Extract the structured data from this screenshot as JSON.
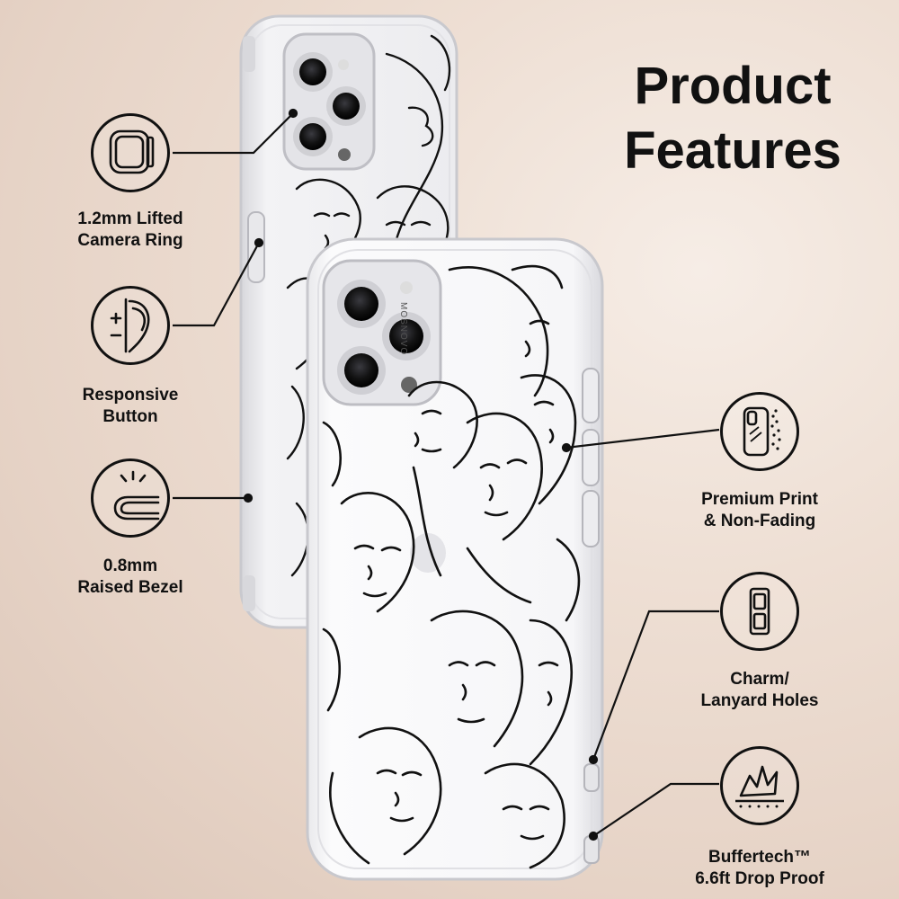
{
  "title": {
    "line1": "Product",
    "line2": "Features"
  },
  "brand_mark": "MOSNOVO",
  "features": [
    {
      "line1": "1.2mm Lifted",
      "line2": "Camera Ring",
      "icon": "camera-ring-icon"
    },
    {
      "line1": "Responsive",
      "line2": "Button",
      "icon": "button-icon"
    },
    {
      "line1": "0.8mm",
      "line2": "Raised Bezel",
      "icon": "bezel-icon"
    },
    {
      "line1": "Premium Print",
      "line2": "& Non-Fading",
      "icon": "print-icon"
    },
    {
      "line1": "Charm/",
      "line2": "Lanyard Holes",
      "icon": "lanyard-hole-icon"
    },
    {
      "line1": "Buffertech™",
      "line2": "6.6ft Drop Proof",
      "icon": "drop-proof-icon"
    }
  ],
  "colors": {
    "ink": "#111111",
    "background": "#eedfd4",
    "case_clear": "#f7f7f8"
  }
}
